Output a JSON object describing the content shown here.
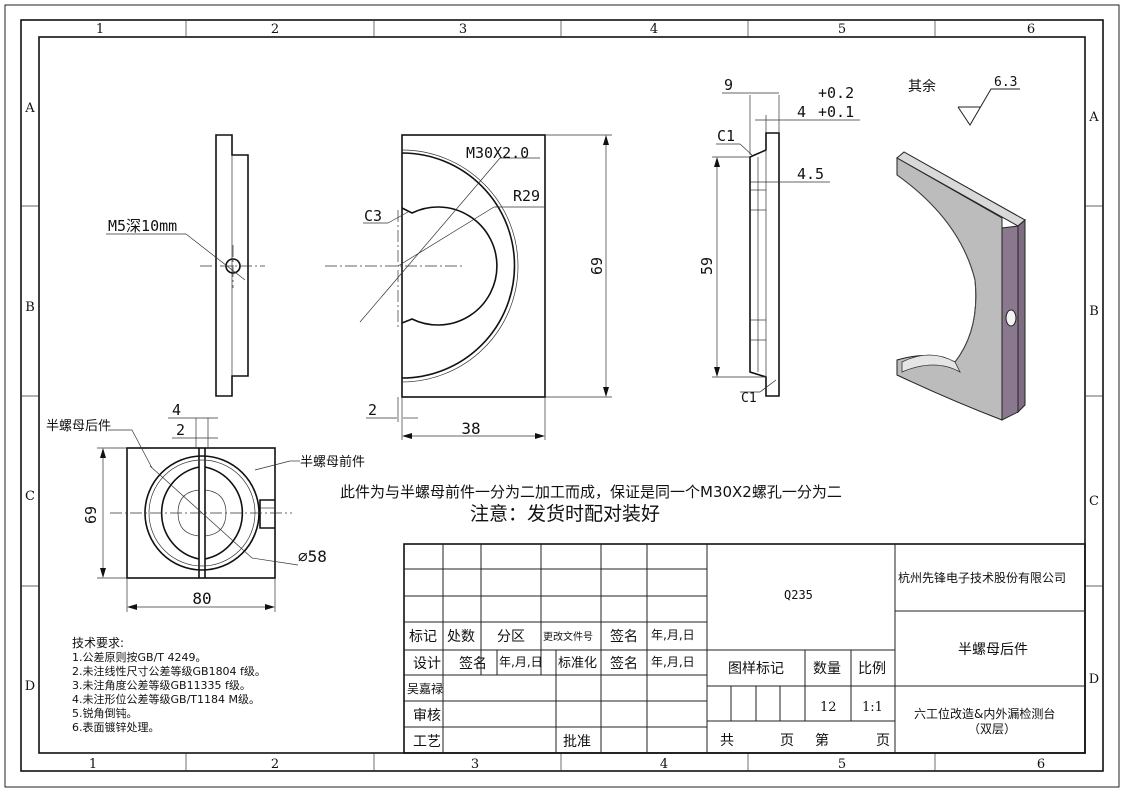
{
  "border": {
    "cols_top": [
      "1",
      "2",
      "3",
      "4",
      "5",
      "6"
    ],
    "cols_bottom": [
      "1",
      "2",
      "3",
      "4",
      "5",
      "6"
    ],
    "rows_left": [
      "A",
      "B",
      "C",
      "D"
    ],
    "rows_right": [
      "A",
      "B",
      "C",
      "D"
    ]
  },
  "dims": {
    "m5": "M5深10mm",
    "m30": "M30X2.0",
    "c3": "C3",
    "r29": "R29",
    "h69_front": "69",
    "w38": "38",
    "gap2": "2",
    "nine": "9",
    "tol_upper": "+0.2",
    "four_tol": "4",
    "tol_lower": "+0.1",
    "c1_top": "C1",
    "c1_bottom": "C1",
    "four_five": "4.5",
    "h59": "59",
    "asm_four": "4",
    "asm_two": "2",
    "asm_h69": "69",
    "asm_w80": "80",
    "dia58": "∅58"
  },
  "surface": {
    "rest_label": "其余",
    "roughness": "6.3"
  },
  "assembly": {
    "rear_label": "半螺母后件",
    "front_label": "半螺母前件"
  },
  "notes": {
    "line1": "此件为与半螺母前件一分为二加工而成，保证是同一个M30X2螺孔一分为二",
    "line2": "注意：发货时配对装好"
  },
  "tech": {
    "title": "技术要求:",
    "items": [
      "1.公差原则按GB/T 4249。",
      "2.未注线性尺寸公差等级GB1804  f级。",
      "3.未注角度公差等级GB11335  f级。",
      "4.未注形位公差等级GB/T1184  M级。",
      "5.锐角倒钝。",
      "6.表面镀锌处理。"
    ]
  },
  "title_block": {
    "h_mark": "标记",
    "h_count": "处数",
    "h_zone": "分区",
    "h_docno": "更改文件号",
    "h_sign": "签名",
    "h_date": "年,月,日",
    "design": "设计",
    "designer": "吴嘉禄",
    "sign2": "签名",
    "date2": "年,月,日",
    "standard": "标准化",
    "sign3": "签名",
    "date3": "年,月,日",
    "review": "审核",
    "process": "工艺",
    "approve": "批准",
    "material": "Q235",
    "stage_mark": "图样标记",
    "qty_label": "数量",
    "scale_label": "比例",
    "qty": "12",
    "scale": "1:1",
    "sheets_total": "共",
    "sheets_page1": "页",
    "sheet_no": "第",
    "sheets_page2": "页",
    "company": "杭州先锋电子技术股份有限公司",
    "part_name": "半螺母后件",
    "project_line1": "六工位改造&内外漏检测台",
    "project_line2": "（双层）"
  }
}
